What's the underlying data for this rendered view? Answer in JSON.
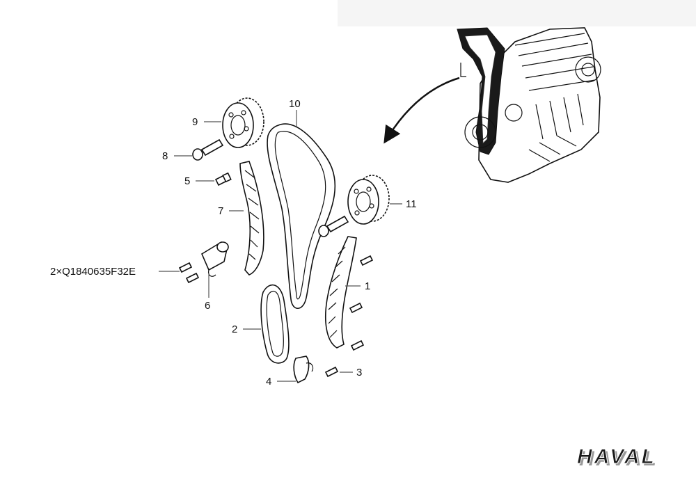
{
  "callouts": {
    "c1": "1",
    "c2": "2",
    "c3": "3",
    "c4": "4",
    "c5": "5",
    "c6": "6",
    "c7": "7",
    "c8": "8",
    "c9": "9",
    "c10": "10",
    "c11": "11"
  },
  "part_number": "2×Q1840635F32E",
  "brand": {
    "logo_text": "HAVAL"
  },
  "colors": {
    "line": "#111111",
    "leader": "#555555",
    "background": "#ffffff"
  }
}
